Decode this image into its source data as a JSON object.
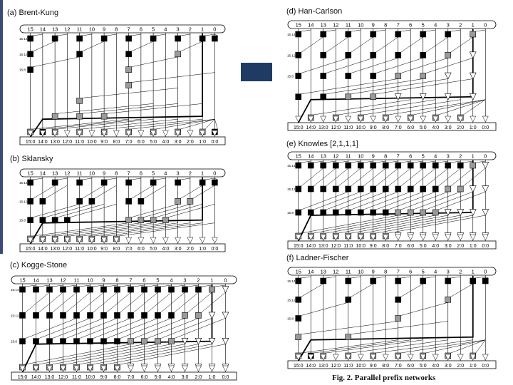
{
  "figure": {
    "caption": "Fig. 2.  Parallel prefix networks",
    "accent_color": "#1f3b64",
    "cell_colors": {
      "black": "#000000",
      "gray": "#9a9a9a",
      "buffer": "#ffffff",
      "critical_path": "#000000"
    }
  },
  "column_labels": [
    "15",
    "14",
    "13",
    "12",
    "11",
    "10",
    "9",
    "8",
    "7",
    "6",
    "5",
    "4",
    "3",
    "2",
    "1",
    "0"
  ],
  "output_labels": [
    "15:0",
    "14:0",
    "13:0",
    "12:0",
    "11:0",
    "10:0",
    "9:0",
    "8:0",
    "7:0",
    "6:0",
    "5:0",
    "4:0",
    "3:0",
    "2:0",
    "1:0",
    "0:0"
  ],
  "networks": [
    {
      "id": "brent-kung",
      "title": "(a) Brent-Kung",
      "row_labels": [
        "15:14",
        "15:12",
        "15:8"
      ],
      "rows": [
        "B.B.B.B.B.B.B.BB",
        "B...B...B...G...",
        "B.......G.......",
        "........G.......",
        "....G...........",
        "..G.G.G.........",
        "GBG.G.G.G.G.G.GB"
      ]
    },
    {
      "id": "sklansky",
      "title": "(b) Sklansky",
      "row_labels": [
        "15:14",
        "15:12",
        "15:8"
      ],
      "rows": [
        "B.B.B.B.B.B.B.BB",
        "BB..BB..BB..GG..",
        "BBBB....GGGG....",
        "GGGGGGGG........"
      ]
    },
    {
      "id": "kogge-stone",
      "title": "(c) Kogge-Stone",
      "row_labels": [
        "15:14",
        "15:12",
        "15:8"
      ],
      "rows": [
        "BBBBBBBBBBBBBBGT",
        "BBBBBBBBBBBBGGTT",
        "BBBBBBBBGGGGTTTT",
        "GGGGGGGGTTTTTTTT"
      ]
    },
    {
      "id": "han-carlson",
      "title": "(d) Han-Carlson",
      "row_labels": [
        "15:14",
        "15:12",
        "15:8"
      ],
      "rows": [
        "B.B.B.B.B.B.B.G.",
        "B.B.B.B.B.B.G.T.",
        "B.B.B.B.G.G.T.T.",
        "B.B.G.G.T.T.T.T.",
        ".G.G.G.G.G.G.G.."
      ]
    },
    {
      "id": "knowles",
      "title": "(e) Knowles [2,1,1,1]",
      "row_labels": [
        "15:14",
        "15:12",
        "15:8"
      ],
      "rows": [
        "BBBBBBBBBBBBBBGT",
        "BBBBBBBBBBBBGGTT",
        "BBBBBBBBGGGGTTTT",
        "GGGGGGGGTTTTTTTT"
      ]
    },
    {
      "id": "ladner-fischer",
      "title": "(f) Ladner-Fischer",
      "row_labels": [
        "15:14",
        "15:12",
        "15:8"
      ],
      "rows": [
        "B.B.B.B.B.B.B.BB",
        "B...B...B...G...",
        "B.......G.......",
        "G...G...........",
        "GBG.G.G.G.G.G.G."
      ]
    }
  ]
}
